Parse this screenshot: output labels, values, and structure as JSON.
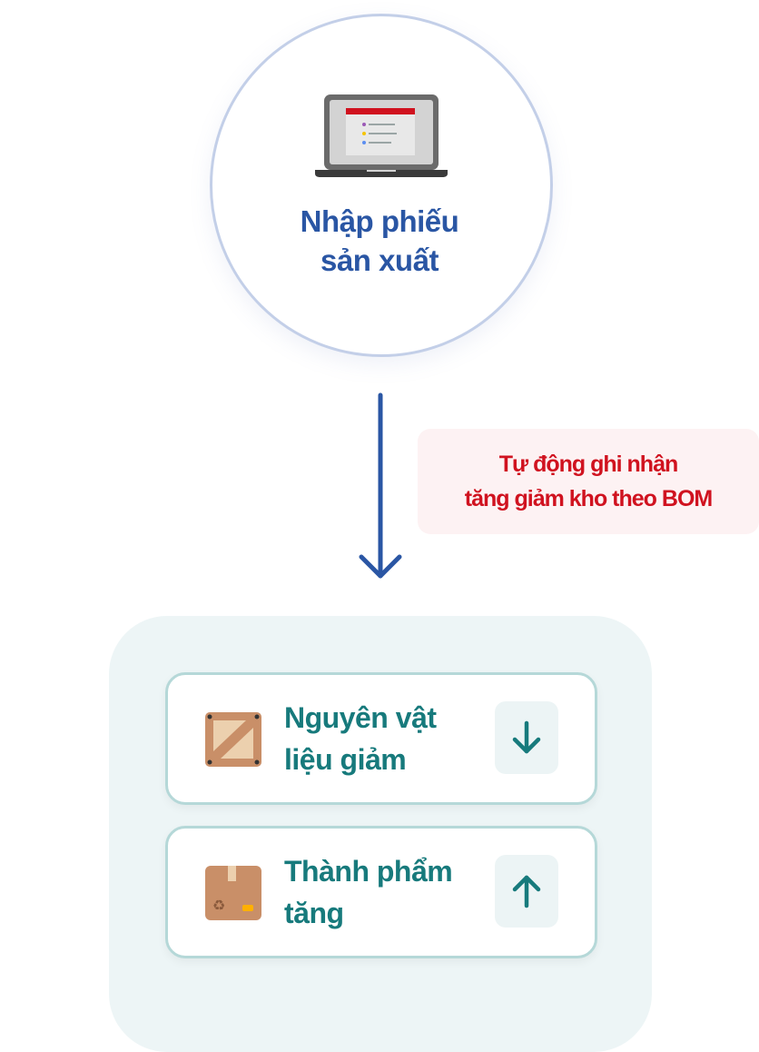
{
  "top_node": {
    "title_line1": "Nhập phiếu",
    "title_line2": "sản xuất",
    "icon": "laptop-icon"
  },
  "flow_note": {
    "line1": "Tự động ghi nhận",
    "line2": "tăng giảm kho theo BOM"
  },
  "results": [
    {
      "line1": "Nguyên vật",
      "line2": "liệu giảm",
      "icon": "crate-icon",
      "direction": "down"
    },
    {
      "line1": "Thành phẩm",
      "line2": "tăng",
      "icon": "box-icon",
      "direction": "up"
    }
  ],
  "colors": {
    "primary": "#2a56a4",
    "accent": "#d0121f",
    "teal": "#177a7c"
  }
}
